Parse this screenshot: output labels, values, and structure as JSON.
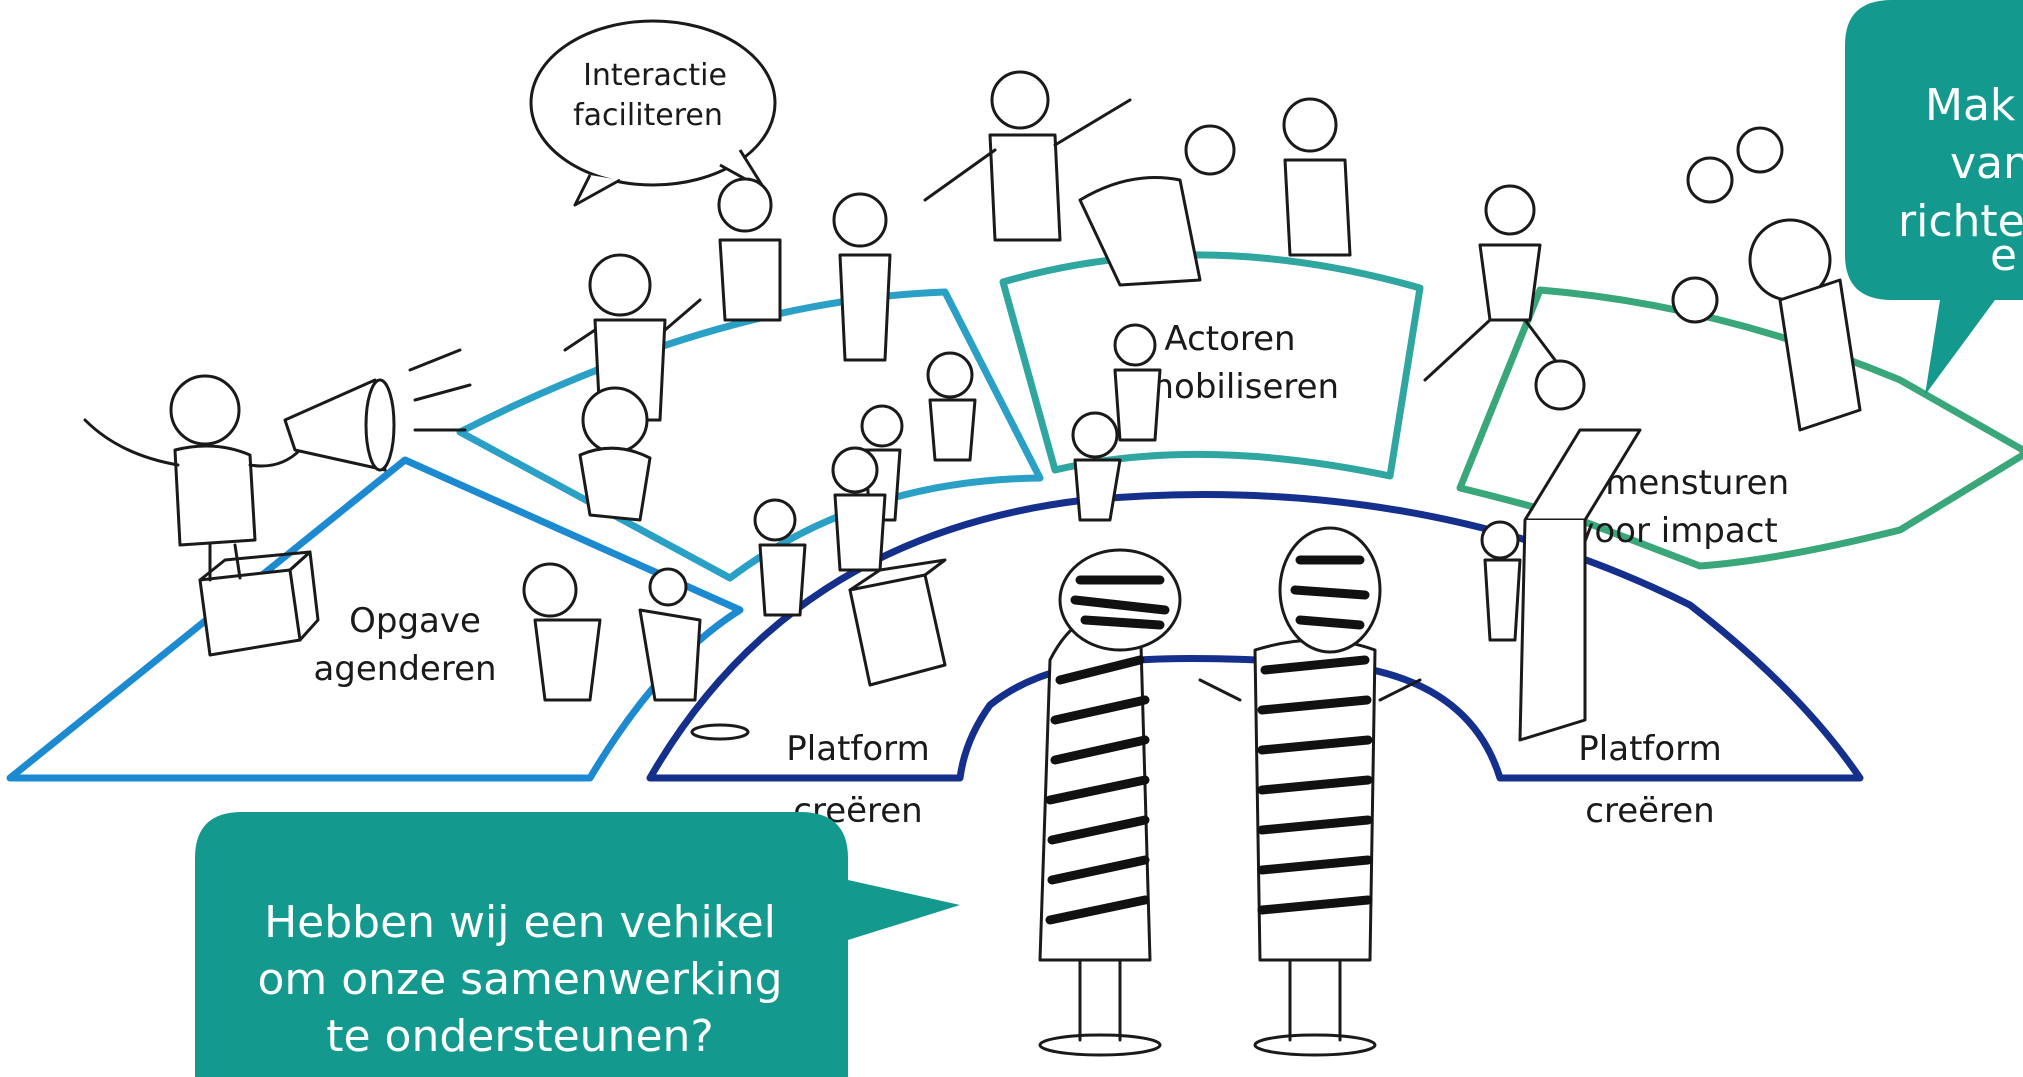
{
  "colors": {
    "agenda_blue": "#1c8ad1",
    "interaction_blue": "#2aa0c7",
    "actors_teal": "#2fa6a0",
    "steering_green": "#3aa77a",
    "platform_navy": "#152f8c",
    "callout_teal": "#14998e"
  },
  "segments": {
    "opgave": [
      "Opgave",
      "agenderen"
    ],
    "interactie": [
      "Interactie",
      "faciliteren"
    ],
    "actoren": [
      "Actoren",
      "mobiliseren"
    ],
    "samensturen": [
      "Samensturen",
      "voor impact"
    ],
    "platform_left": [
      "Platform",
      "creëren"
    ],
    "platform_right": [
      "Platform",
      "creëren"
    ]
  },
  "callouts": {
    "bottom": [
      "Hebben wij een vehikel",
      "om onze samenwerking",
      "te ondersteunen?"
    ],
    "top_right": [
      "Mak",
      "van",
      "richter",
      "e"
    ]
  },
  "icons": {
    "megaphone": "megaphone-icon",
    "speech_bubble": "thought-bubble-icon"
  }
}
